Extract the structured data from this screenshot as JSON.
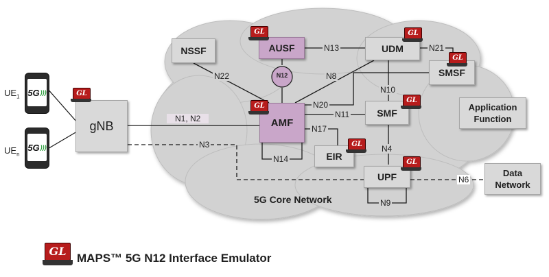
{
  "diagram": {
    "network_label": "5G Core Network",
    "footer_title": "MAPS™ 5G N12 Interface Emulator",
    "logo_text": "GL",
    "ue": {
      "ue1_label": "UE",
      "ue1_sub": "1",
      "uen_label": "UE",
      "uen_sub": "n",
      "badge": "5G"
    },
    "nodes": {
      "gnb": "gNB",
      "nssf": "NSSF",
      "ausf": "AUSF",
      "udm": "UDM",
      "smsf": "SMSF",
      "amf": "AMF",
      "smf": "SMF",
      "eir": "EIR",
      "upf": "UPF",
      "app_function": "Application Function",
      "data_network": "Data Network",
      "n12_circle": "N12"
    },
    "interfaces": {
      "n1n2": "N1, N2",
      "n3": "N3",
      "n22": "N22",
      "n13": "N13",
      "n21": "N21",
      "n8": "N8",
      "n10": "N10",
      "n20": "N20",
      "n11": "N11",
      "n17": "N17",
      "n14": "N14",
      "n4": "N4",
      "n6": "N6",
      "n9": "N9"
    },
    "colors": {
      "highlight": "#c9a6c9",
      "node": "#d9d9d9",
      "cloud": "#d2d2d2",
      "logo": "#b71c1c"
    }
  }
}
